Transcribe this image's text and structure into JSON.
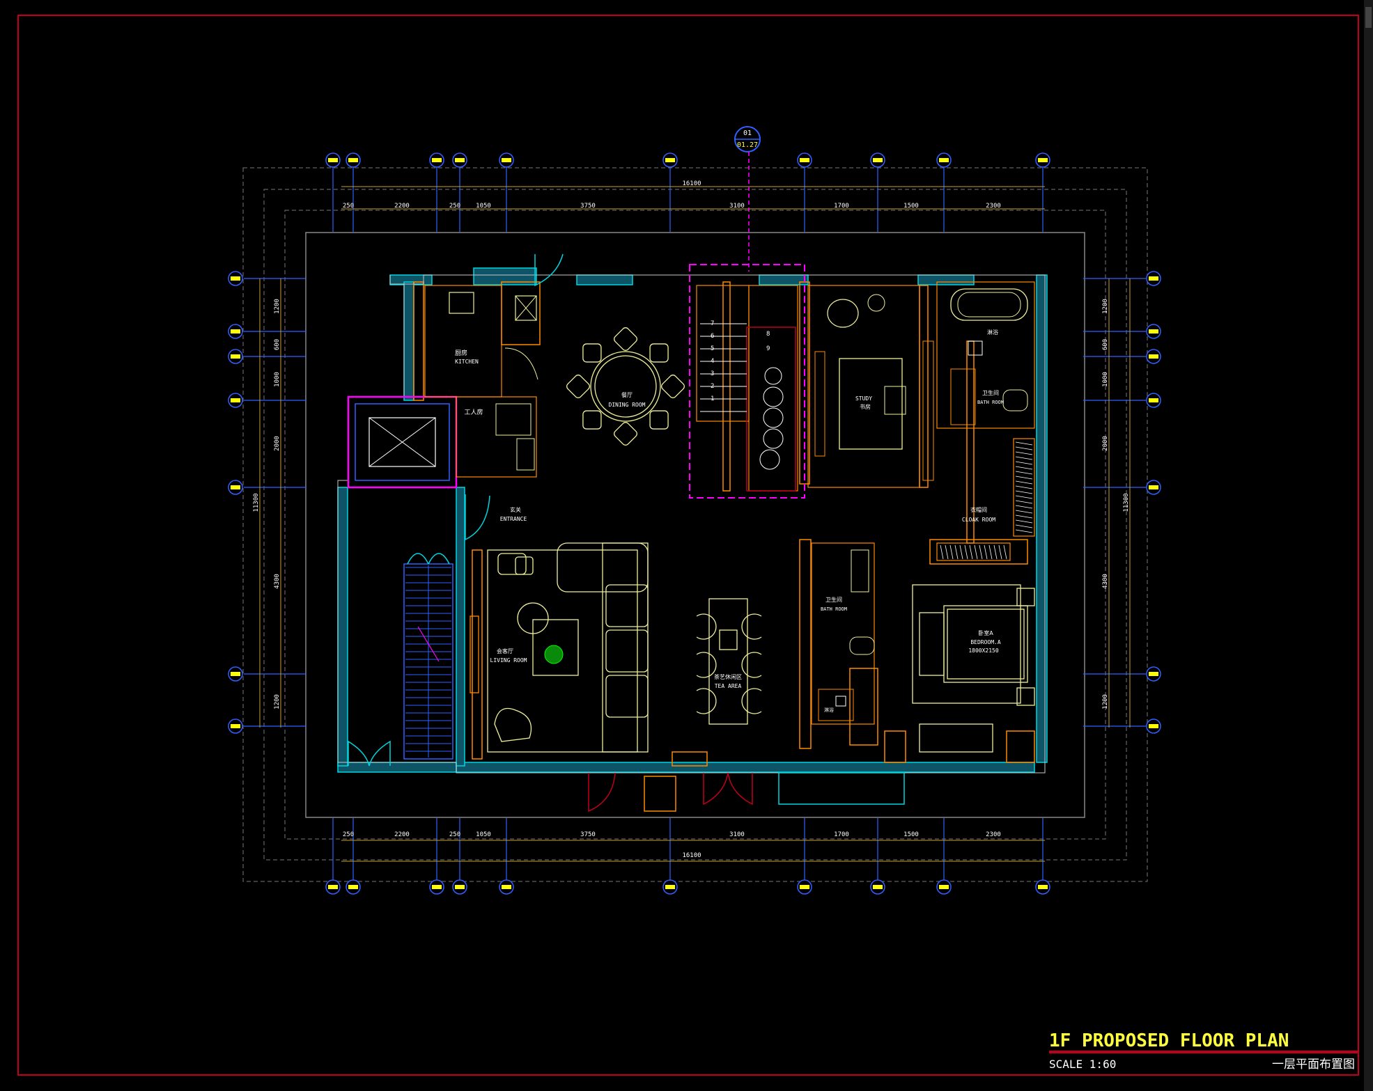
{
  "title_block": {
    "title": "1F PROPOSED FLOOR PLAN",
    "scale": "SCALE 1:60",
    "title_cn": "一层平面布置图"
  },
  "section_marker": {
    "number": "01",
    "sheet": "01.27"
  },
  "dimensions": {
    "overall_horizontal": "16100",
    "overall_vertical": "11300",
    "top_segments": [
      "250",
      "2200",
      "250",
      "1050",
      "3750",
      "3100",
      "1700",
      "1500",
      "2300"
    ],
    "bottom_segments": [
      "250",
      "2200",
      "250",
      "1050",
      "3750",
      "3100",
      "1700",
      "1500",
      "2300"
    ],
    "left_segments": [
      "1200",
      "600",
      "1000",
      "2000",
      "4300",
      "1200"
    ],
    "right_segments": [
      "1200",
      "600",
      "1000",
      "2000",
      "4300",
      "1200"
    ]
  },
  "rooms": {
    "kitchen": {
      "cn": "厨房",
      "en": "KITCHEN"
    },
    "maid_room": {
      "cn": "工人房"
    },
    "dining": {
      "cn": "餐厅",
      "en": "DINING ROOM"
    },
    "study": {
      "cn": "书房",
      "en": "STUDY"
    },
    "shower": {
      "cn": "淋浴"
    },
    "bath_top": {
      "cn": "卫生间",
      "en": "BATH ROOM"
    },
    "entrance": {
      "cn": "玄关",
      "en": "ENTRANCE"
    },
    "cloak": {
      "cn": "衣帽间",
      "en": "CLOAK ROOM"
    },
    "living": {
      "cn": "会客厅",
      "en": "LIVING ROOM"
    },
    "tea": {
      "cn": "茶艺休闲区",
      "en": "TEA AREA"
    },
    "bath_mid": {
      "cn": "卫生间",
      "en": "BATH ROOM"
    },
    "shower_small": {
      "cn": "淋浴"
    },
    "bedroom": {
      "cn": "卧室A",
      "en": "BEDROOM.A",
      "size": "1800X2150"
    },
    "stair_numbers": [
      "7",
      "6",
      "5",
      "4",
      "3",
      "2",
      "1",
      "8",
      "9"
    ]
  },
  "colors": {
    "background": "#000000",
    "frame": "#c0001a",
    "wall": "#00d5e0",
    "hatch": "#1a8fa0",
    "magenta": "#ff00ff",
    "yellow": "#ffff40",
    "orange": "#ff8a00",
    "furniture": "#f0f09a",
    "dim_line": "#c8a030",
    "grid_line": "#3060ff",
    "grid_bubble": "#ffff00"
  },
  "icons": [
    "grid-bubble-icon",
    "elevator-icon",
    "door-swing-icon",
    "plant-icon",
    "bathtub-icon",
    "toilet-icon"
  ]
}
